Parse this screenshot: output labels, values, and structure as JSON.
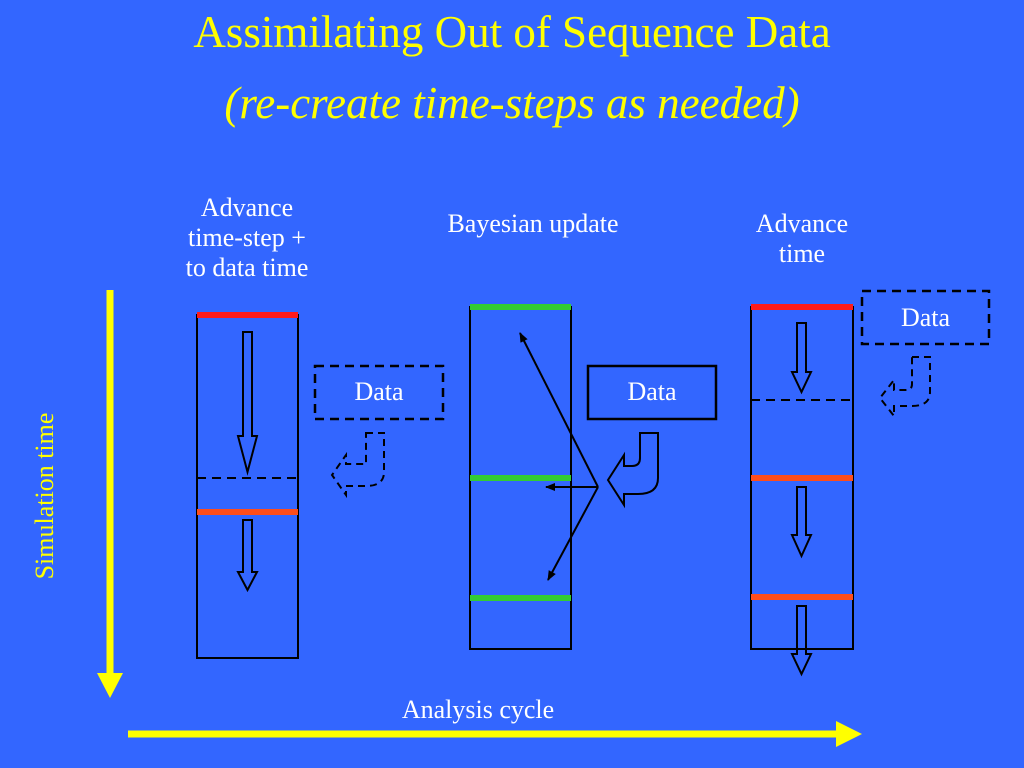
{
  "slide": {
    "title": "Assimilating Out of Sequence Data",
    "subtitle": "(re-create time-steps as needed)"
  },
  "columns": [
    {
      "header": "Advance\ntime-step +\nto data time",
      "data_label": "Data",
      "data_box_style": "dashed"
    },
    {
      "header": "Bayesian update",
      "data_label": "Data",
      "data_box_style": "solid"
    },
    {
      "header": "Advance\ntime",
      "data_label": "Data",
      "data_box_style": "dashed"
    }
  ],
  "axes": {
    "vertical_label": "Simulation time",
    "horizontal_label": "Analysis cycle"
  },
  "colors": {
    "background": "#3366ff",
    "title": "#ffff00",
    "axis_arrow": "#ffff00",
    "text": "#ffffff",
    "timestep_red": "#ff1a1a",
    "timestep_orange": "#ff4d1a",
    "analysis_green": "#33cc33",
    "outline": "#000000",
    "data_box_fill": "#ffffff"
  }
}
